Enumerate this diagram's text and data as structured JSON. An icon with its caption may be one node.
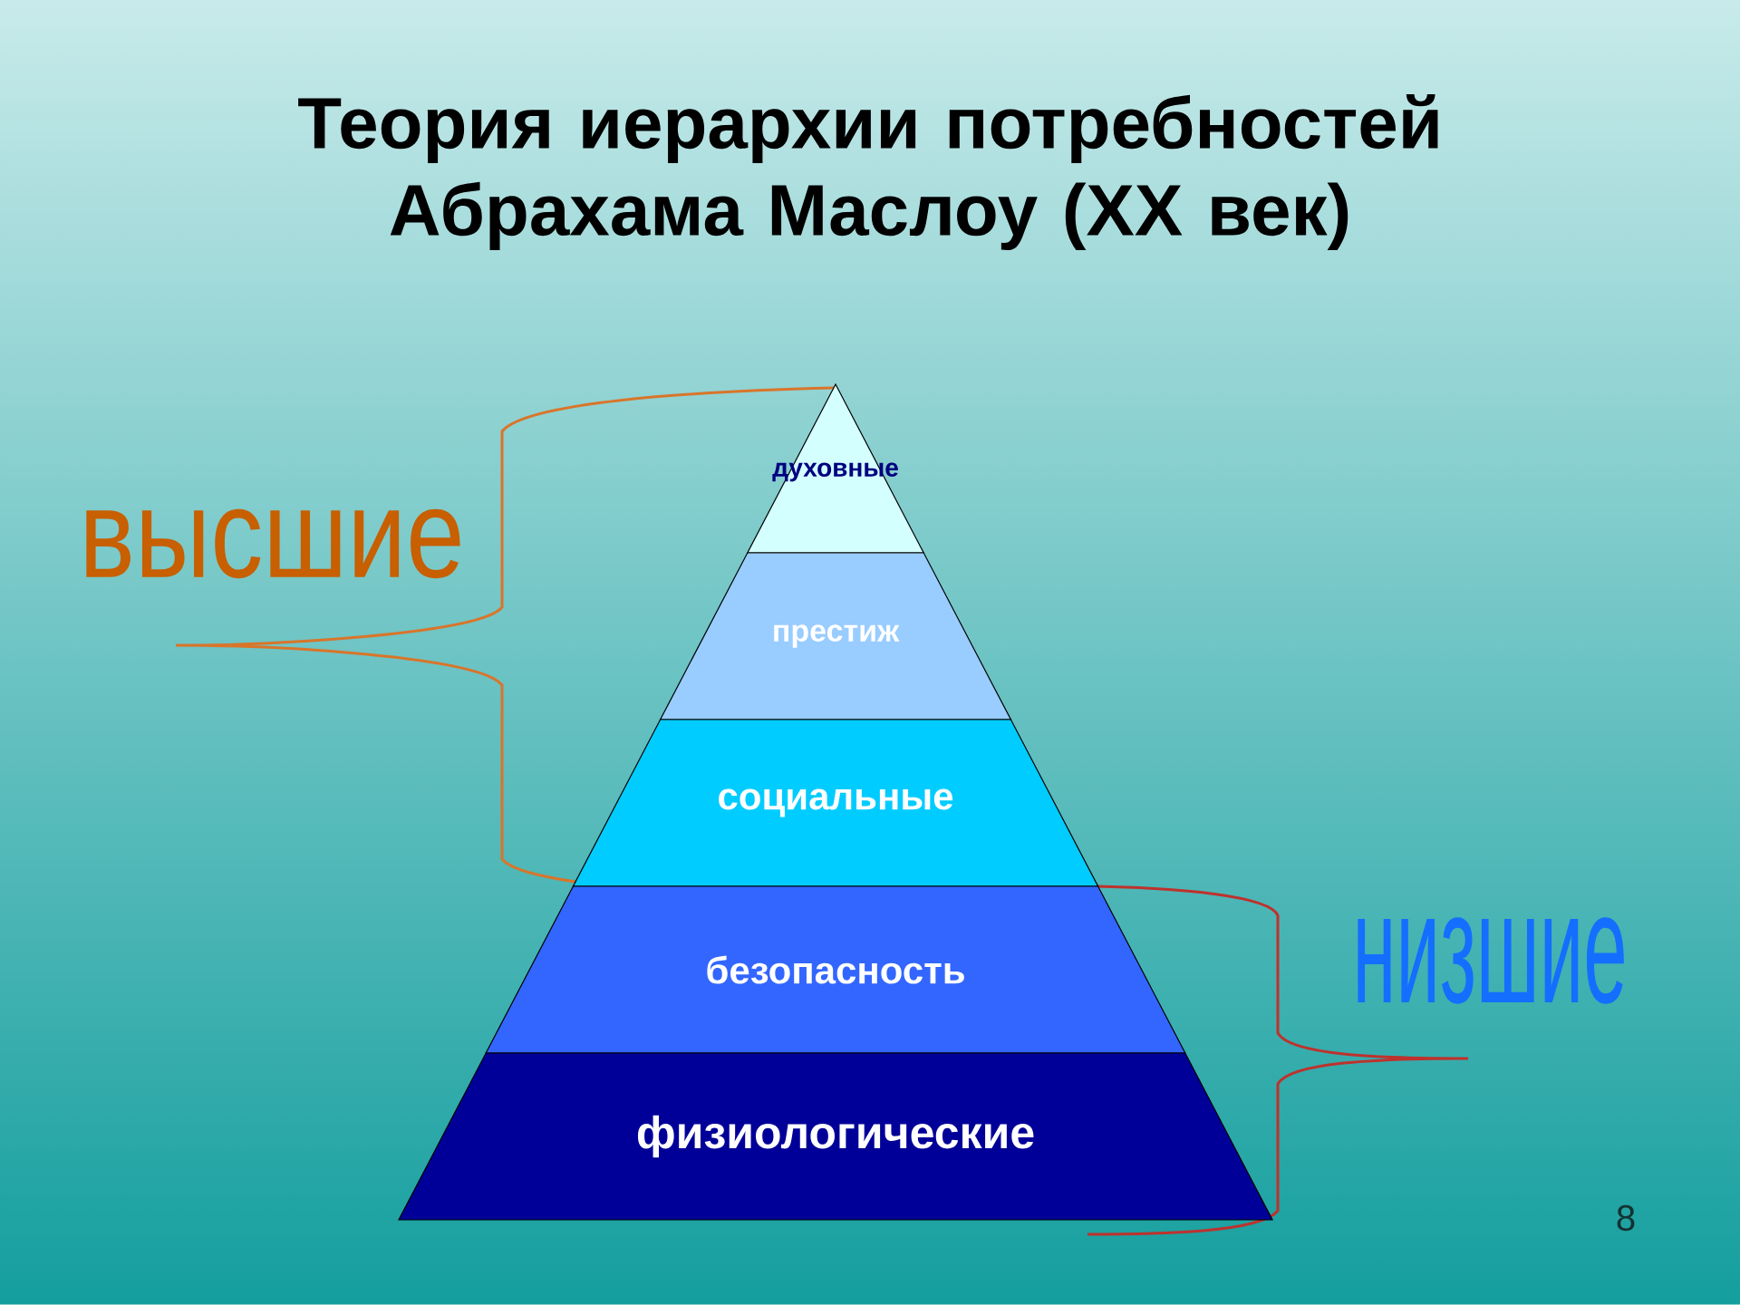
{
  "diagram": {
    "title": "Теория иерархии потребностей Абрахама Маслоу (XX век)",
    "nodes": [
      {
        "text": [
          "духовные"
        ]
      },
      {
        "text": [
          "престиж"
        ]
      },
      {
        "text": [
          "социальные"
        ]
      },
      {
        "text": [
          "безопасность"
        ]
      },
      {
        "text": [
          "физиологические"
        ]
      }
    ],
    "labels": [
      "высшие",
      "низшие",
      "8"
    ]
  }
}
